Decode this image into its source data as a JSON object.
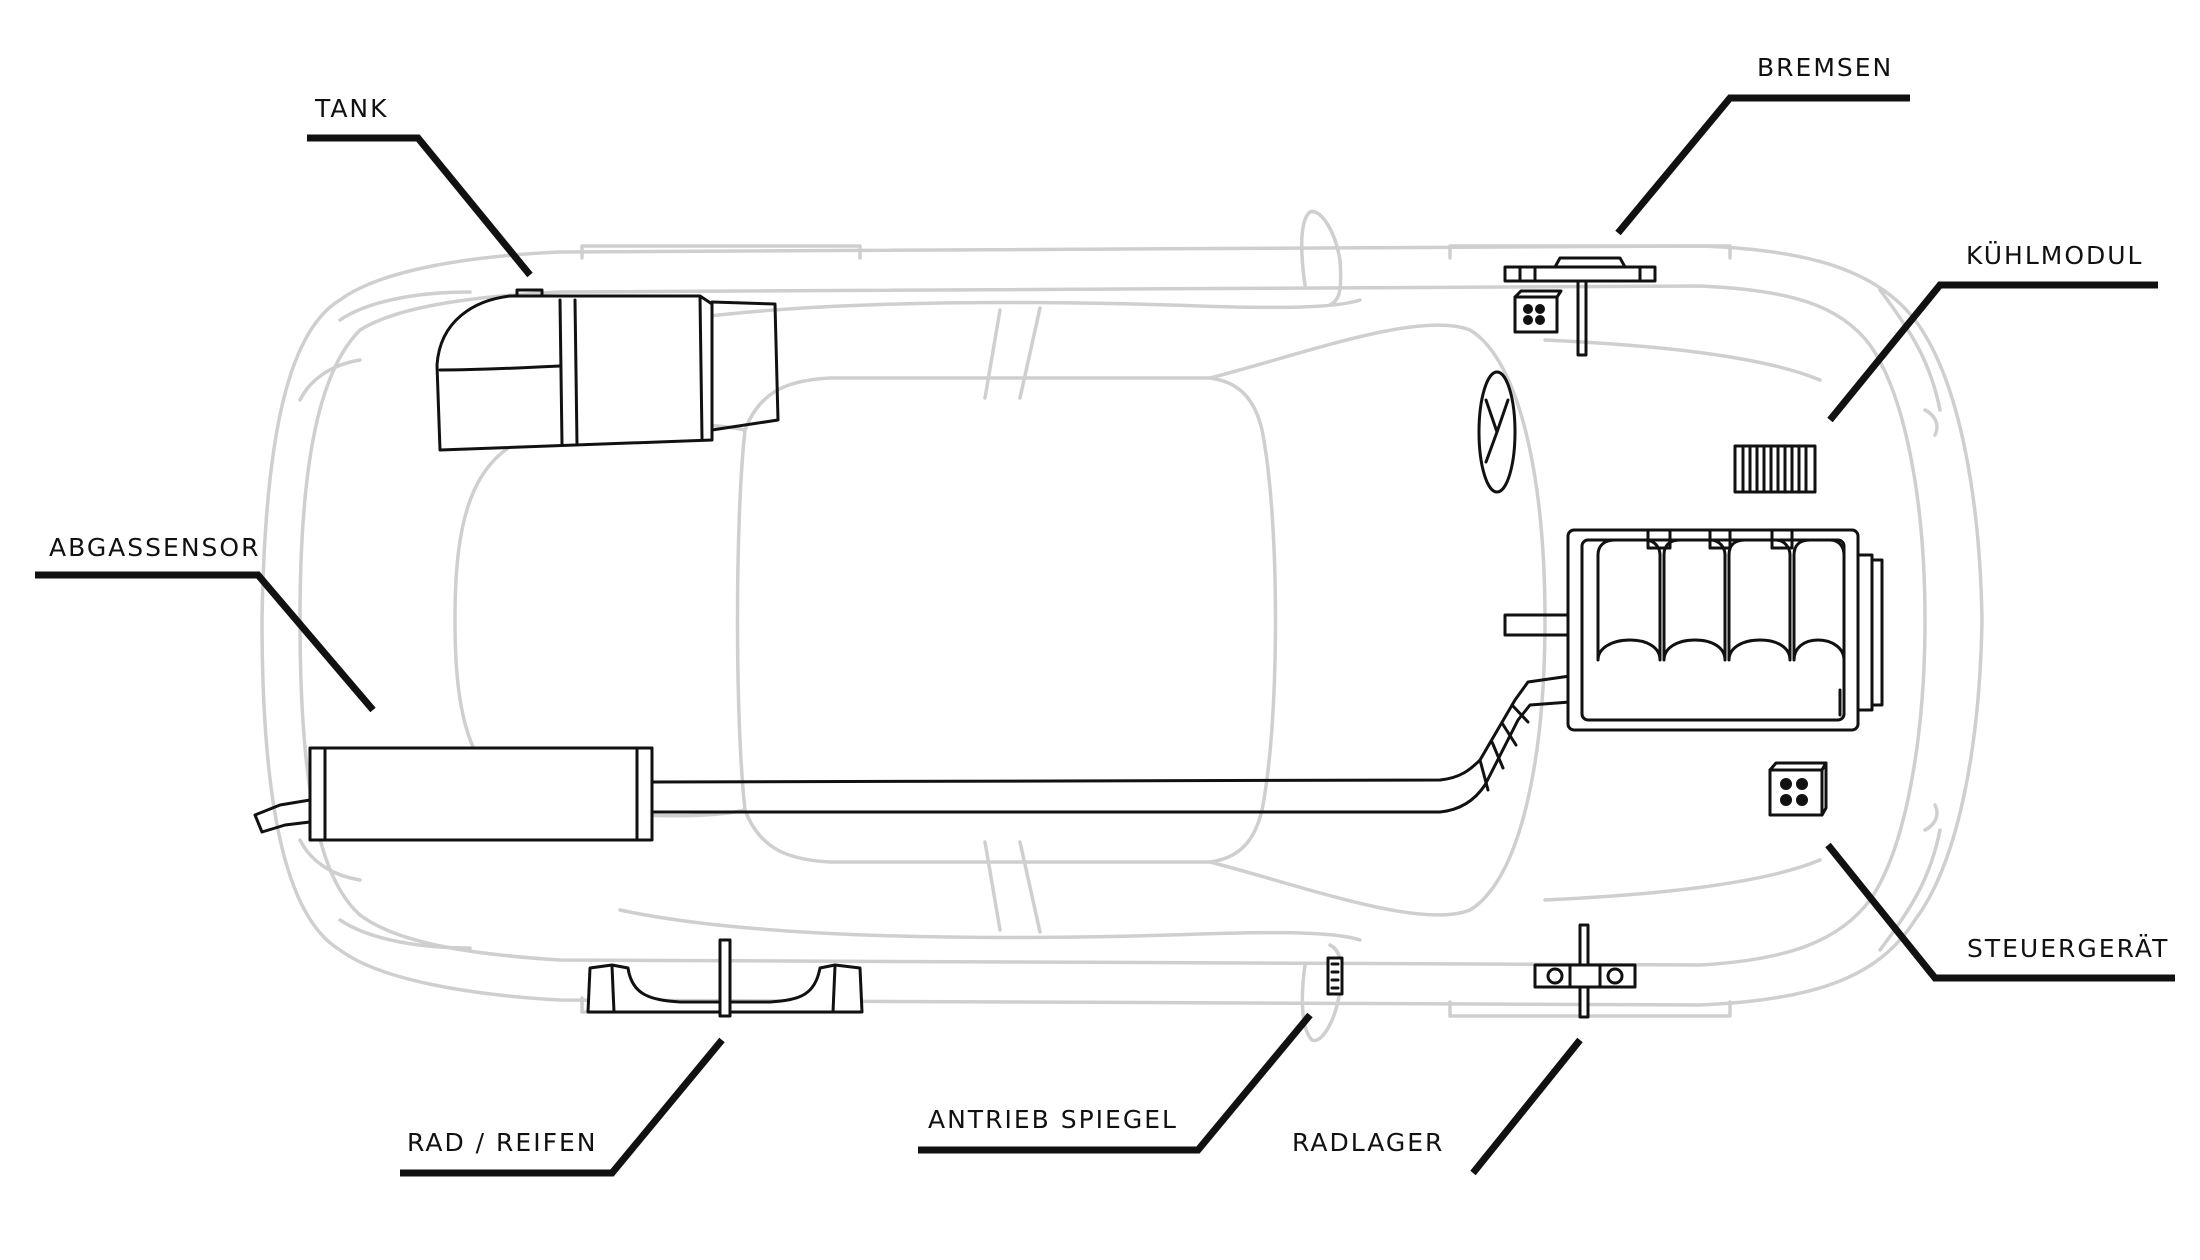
{
  "labels": {
    "tank": "TANK",
    "abgassensor": "ABGASSENSOR",
    "rad_reifen": "RAD / REIFEN",
    "antrieb_spiegel": "ANTRIEB SPIEGEL",
    "radlager": "RADLAGER",
    "steuergeraet": "STEUERGERÄT",
    "kuehlmodul": "KÜHLMODUL",
    "bremsen": "BREMSEN"
  },
  "colors": {
    "car_outline": "#cfcfcf",
    "parts": "#111111",
    "leaders": "#111111"
  }
}
